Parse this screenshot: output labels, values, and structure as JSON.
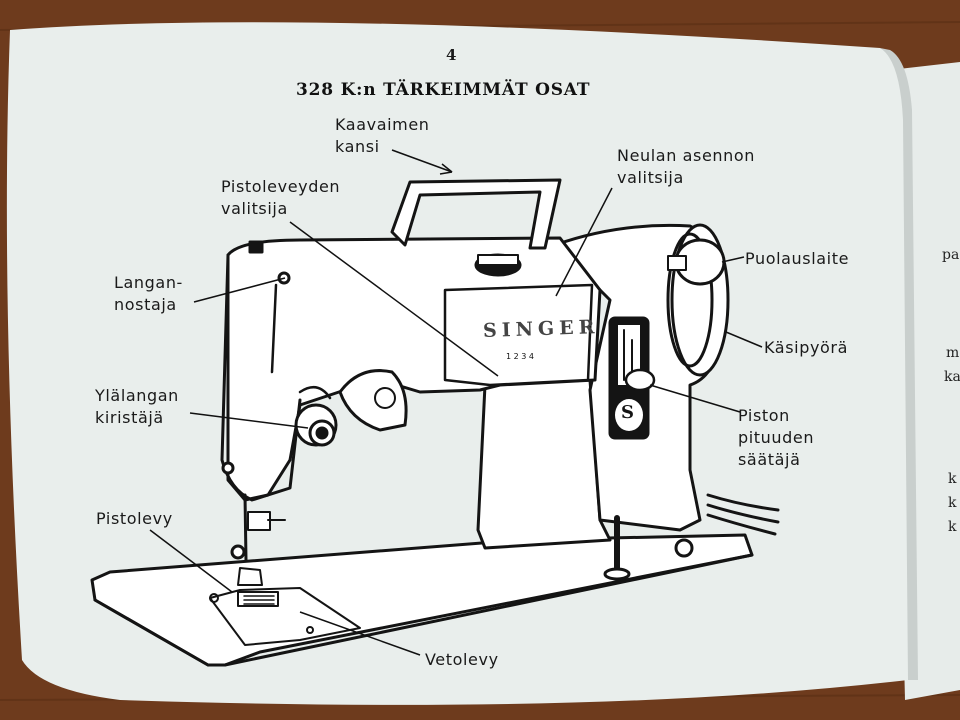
{
  "page": {
    "number": "4",
    "title": "328 K:n TÄRKEIMMÄT OSAT"
  },
  "labels": {
    "kaavaimen_kansi": "Kaavaimen\nkansi",
    "pistoleveyden_valitsija": "Pistoleveyden\nvalitsija",
    "langan_nostaja": "Langan-\nnostaja",
    "ylalangan_kiristaja": "Ylälangan\nkiristäjä",
    "pistolevy": "Pistolevy",
    "vetolevy": "Vetolevy",
    "neulan_asennon_valitsija": "Neulan asennon\nvalitsija",
    "puolauslaite": "Puolauslaite",
    "kasipyora": "Käsipyörä",
    "piston_pituuden_saataja": "Piston\npituuden\nsäätäjä"
  },
  "machine": {
    "brand": "SINGER",
    "dial_numbers": "1 2 3 4",
    "logo_letter": "S"
  },
  "next_page_fragments": [
    "pa",
    "m",
    "ka",
    "k",
    "k",
    "k"
  ]
}
